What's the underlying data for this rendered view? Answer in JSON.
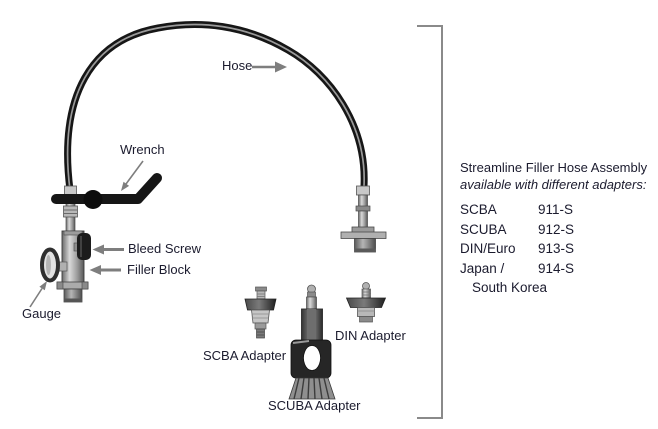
{
  "colors": {
    "text": "#1b1b2e",
    "arrow": "#7e7e7e",
    "bracket": "#8a8a8a",
    "hose_dark": "#161616",
    "background": "#ffffff"
  },
  "diagram": {
    "part_labels": {
      "hose": "Hose",
      "wrench": "Wrench",
      "bleed_screw": "Bleed Screw",
      "filler_block": "Filler Block",
      "gauge": "Gauge",
      "scba_adapter": "SCBA Adapter",
      "din_adapter": "DIN Adapter",
      "scuba_adapter": "SCUBA Adapter"
    }
  },
  "info_panel": {
    "title": "Streamline Filler Hose Assembly",
    "subtitle": "available with different adapters:",
    "adapters": [
      {
        "name": "SCBA",
        "model": "911-S"
      },
      {
        "name": "SCUBA",
        "model": "912-S"
      },
      {
        "name": "DIN/Euro",
        "model": "913-S"
      },
      {
        "name": "Japan /",
        "model": "914-S"
      },
      {
        "name": "South Korea",
        "model": ""
      }
    ]
  }
}
